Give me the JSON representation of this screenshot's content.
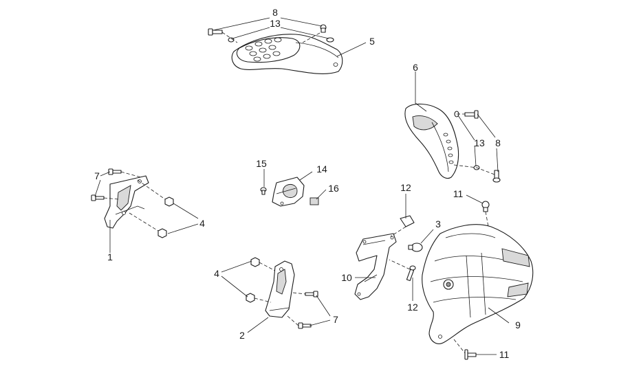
{
  "callouts": {
    "c1": "1",
    "c2": "2",
    "c3": "3",
    "c4a": "4",
    "c4b": "4",
    "c5": "5",
    "c6": "6",
    "c7a": "7",
    "c7b": "7",
    "c8a": "8",
    "c8b": "8",
    "c9": "9",
    "c10": "10",
    "c11a": "11",
    "c11b": "11",
    "c12a": "12",
    "c12b": "12",
    "c13a": "13",
    "c13b": "13",
    "c14": "14",
    "c15": "15",
    "c16": "16"
  }
}
